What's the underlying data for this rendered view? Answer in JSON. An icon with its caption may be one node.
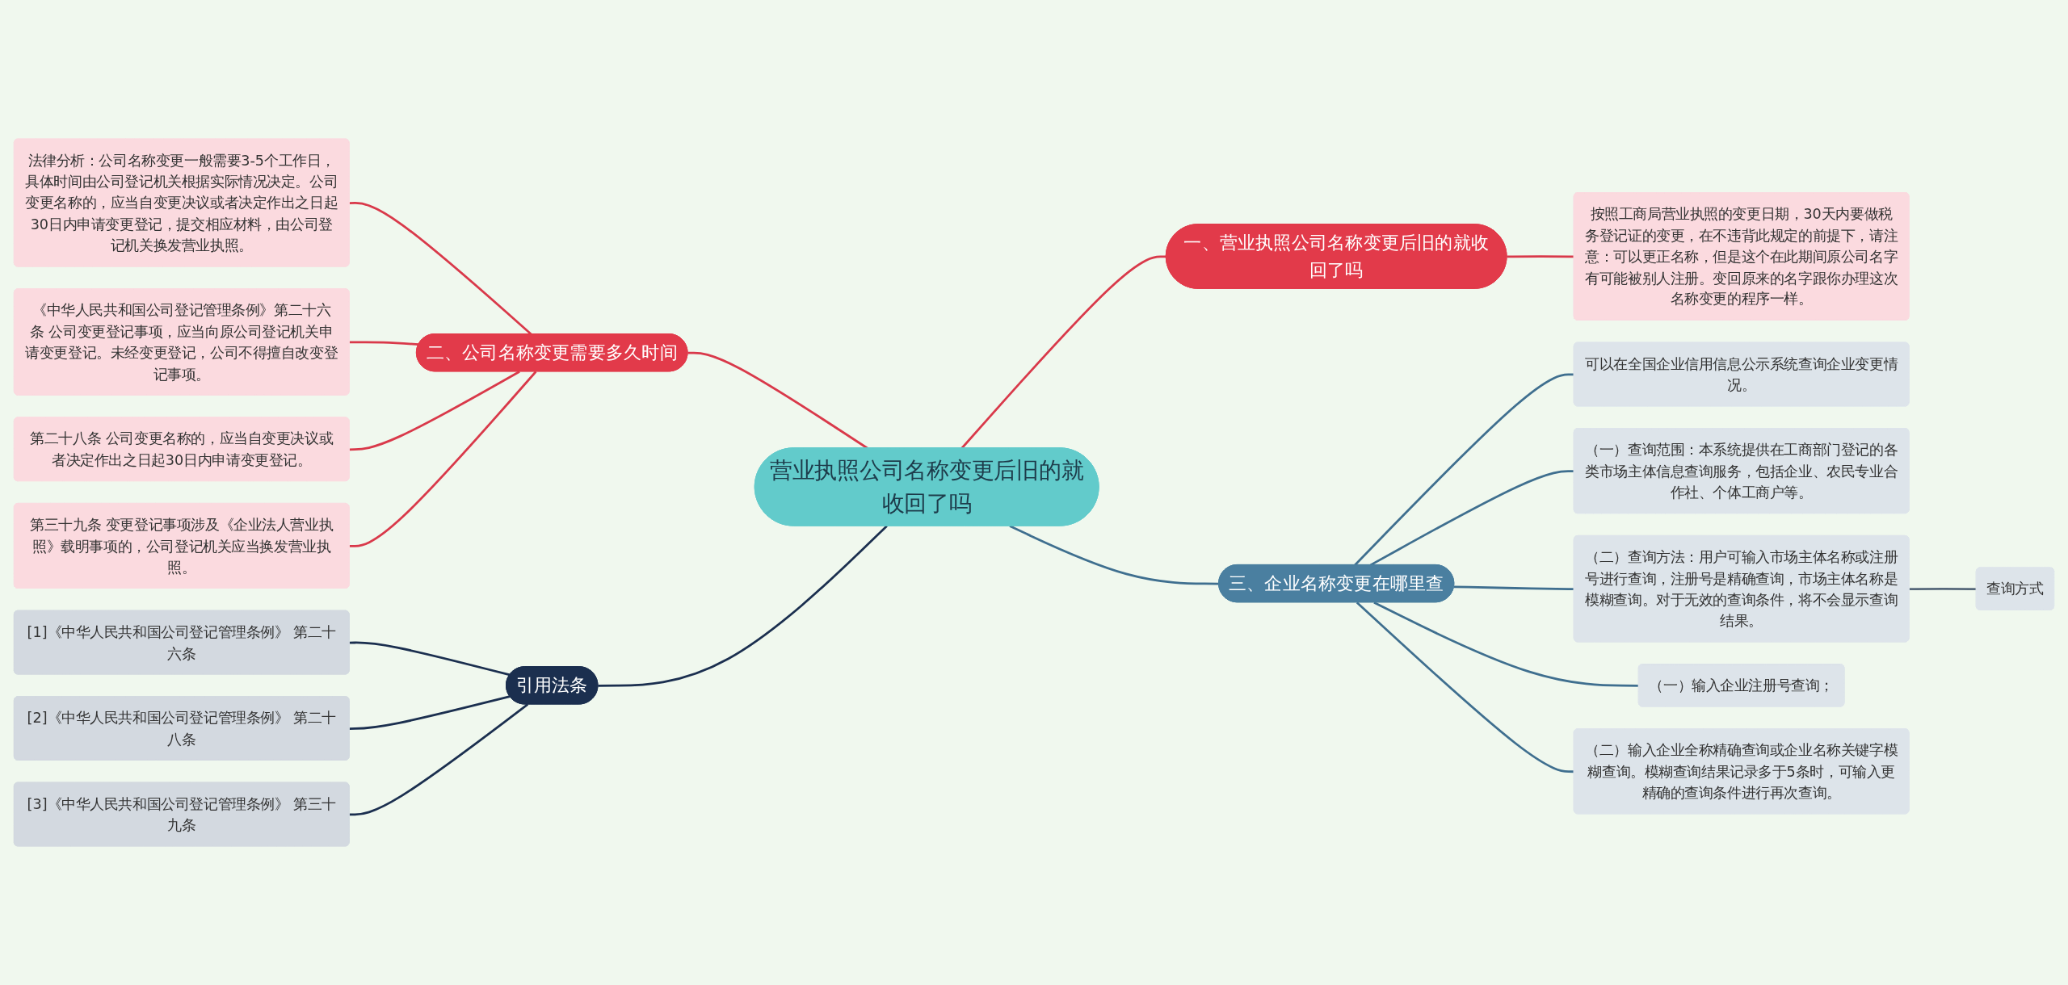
{
  "diagram": {
    "nodes": [
      {
        "text": [
          "营业执照公司名称变更后旧的就收回了吗"
        ]
      },
      {
        "text": [
          "一、营业执照公司名称变更后旧的就收回了吗"
        ]
      },
      {
        "text": [
          "按照工商局营业执照的变更日期，30天内要做税务登记证的变更，在不违背此规定的前提下，请注意：可以更正名称，但是这个在此期间原公司名字有可能被别人注册。变回原来的名字跟你办理这次名称变更的程序一样。"
        ]
      },
      {
        "text": [
          "二、公司名称变更需要多久时间"
        ]
      },
      {
        "text": [
          "法律分析：公司名称变更一般需要3-5个工作日，具体时间由公司登记机关根据实际情况决定。公司变更名称的，应当自变更决议或者决定作出之日起30日内申请变更登记，提交相应材料，由公司登记机关换发营业执照。"
        ]
      },
      {
        "text": [
          "《中华人民共和国公司登记管理条例》第二十六条 公司变更登记事项，应当向原公司登记机关申请变更登记。未经变更登记，公司不得擅自改变登记事项。"
        ]
      },
      {
        "text": [
          "第二十八条 公司变更名称的，应当自变更决议或者决定作出之日起30日内申请变更登记。"
        ]
      },
      {
        "text": [
          "第三十九条 变更登记事项涉及《企业法人营业执照》载明事项的，公司登记机关应当换发营业执照。"
        ]
      },
      {
        "text": [
          "三、企业名称变更在哪里查"
        ]
      },
      {
        "text": [
          "可以在全国企业信用信息公示系统查询企业变更情况。"
        ]
      },
      {
        "text": [
          "（一）查询范围：本系统提供在工商部门登记的各类市场主体信息查询服务，包括企业、农民专业合作社、个体工商户等。"
        ]
      },
      {
        "text": [
          "（二）查询方法：用户可输入市场主体名称或注册号进行查询，注册号是精确查询，市场主体名称是模糊查询。对于无效的查询条件，将不会显示查询结果。"
        ]
      },
      {
        "text": [
          "查询方式"
        ]
      },
      {
        "text": [
          "（一）输入企业注册号查询；"
        ]
      },
      {
        "text": [
          "（二）输入企业全称精确查询或企业名称关键字模糊查询。模糊查询结果记录多于5条时，可输入更精确的查询条件进行再次查询。"
        ]
      },
      {
        "text": [
          "引用法条"
        ]
      },
      {
        "text": [
          "[1]《中华人民共和国公司登记管理条例》 第二十六条"
        ]
      },
      {
        "text": [
          "[2]《中华人民共和国公司登记管理条例》 第二十八条"
        ]
      },
      {
        "text": [
          "[3]《中华人民共和国公司登记管理条例》 第三十九条"
        ]
      }
    ],
    "edges": [
      {
        "from": 0,
        "to": 1,
        "arrow": "none",
        "color": "#d9394a"
      },
      {
        "from": 1,
        "to": 2,
        "arrow": "none",
        "color": "#d9394a"
      },
      {
        "from": 0,
        "to": 3,
        "arrow": "none",
        "color": "#d9394a"
      },
      {
        "from": 3,
        "to": 4,
        "arrow": "none",
        "color": "#d9394a"
      },
      {
        "from": 3,
        "to": 5,
        "arrow": "none",
        "color": "#d9394a"
      },
      {
        "from": 3,
        "to": 6,
        "arrow": "none",
        "color": "#d9394a"
      },
      {
        "from": 3,
        "to": 7,
        "arrow": "none",
        "color": "#d9394a"
      },
      {
        "from": 0,
        "to": 8,
        "arrow": "none",
        "color": "#3f6f8f"
      },
      {
        "from": 8,
        "to": 9,
        "arrow": "none",
        "color": "#3f6f8f"
      },
      {
        "from": 8,
        "to": 10,
        "arrow": "none",
        "color": "#3f6f8f"
      },
      {
        "from": 8,
        "to": 11,
        "arrow": "none",
        "color": "#3f6f8f"
      },
      {
        "from": 11,
        "to": 12,
        "arrow": "none",
        "color": "#56687a"
      },
      {
        "from": 8,
        "to": 13,
        "arrow": "none",
        "color": "#3f6f8f"
      },
      {
        "from": 8,
        "to": 14,
        "arrow": "none",
        "color": "#3f6f8f"
      },
      {
        "from": 0,
        "to": 15,
        "arrow": "none",
        "color": "#1b2f4f"
      },
      {
        "from": 15,
        "to": 16,
        "arrow": "none",
        "color": "#1b2f4f"
      },
      {
        "from": 15,
        "to": 17,
        "arrow": "none",
        "color": "#1b2f4f"
      },
      {
        "from": 15,
        "to": 18,
        "arrow": "none",
        "color": "#1b2f4f"
      }
    ]
  }
}
